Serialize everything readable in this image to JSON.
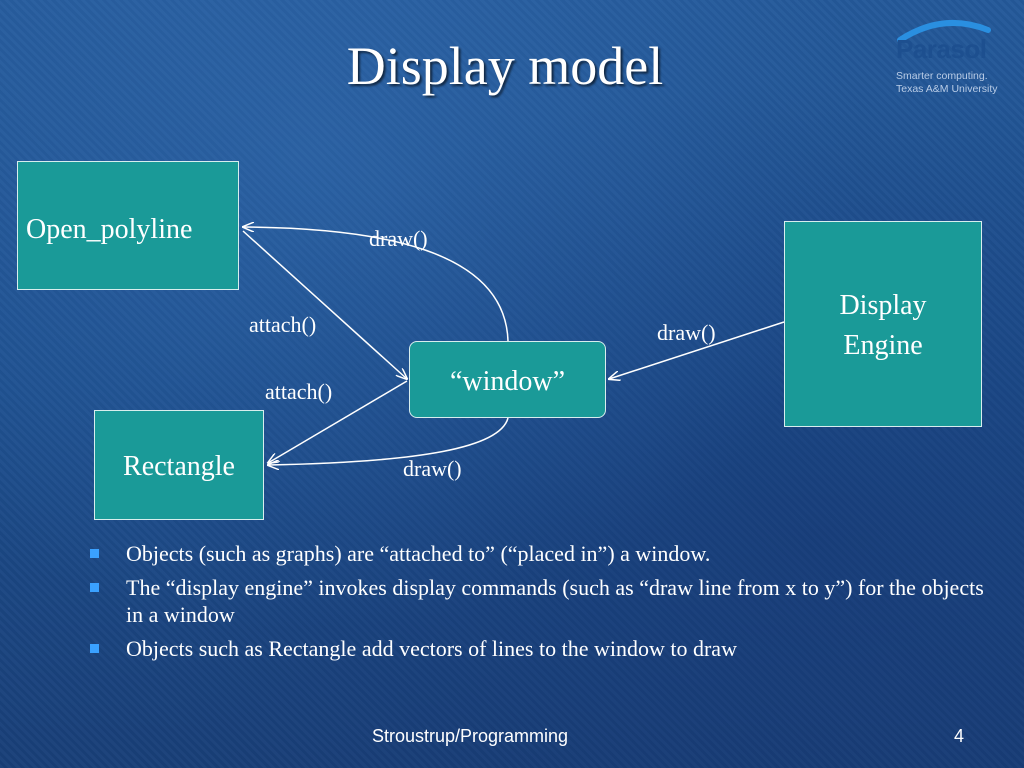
{
  "slide": {
    "title": "Display model",
    "footer": "Stroustrup/Programming",
    "page_number": "4"
  },
  "logo": {
    "name": "Parasol",
    "tagline_1": "Smarter computing.",
    "tagline_2": "Texas A&M University"
  },
  "diagram": {
    "nodes": {
      "open_polyline": "Open_polyline",
      "rectangle": "Rectangle",
      "window": "“window”",
      "display_engine_line1": "Display",
      "display_engine_line2": "Engine"
    },
    "edges": {
      "draw_top": "draw()",
      "draw_right": "draw()",
      "draw_bottom": "draw()",
      "attach_upper": "attach()",
      "attach_lower": "attach()"
    }
  },
  "bullets": [
    "Objects (such as graphs) are “attached to” (“placed in”) a window.",
    "The “display engine” invokes  display commands (such as “draw line from x to y”) for the objects in a window",
    "Objects such as Rectangle add vectors of lines to the window to draw"
  ],
  "colors": {
    "background": "#1d4f8f",
    "box_fill": "#1a9a98",
    "bullet_marker": "#3aa1ff"
  }
}
